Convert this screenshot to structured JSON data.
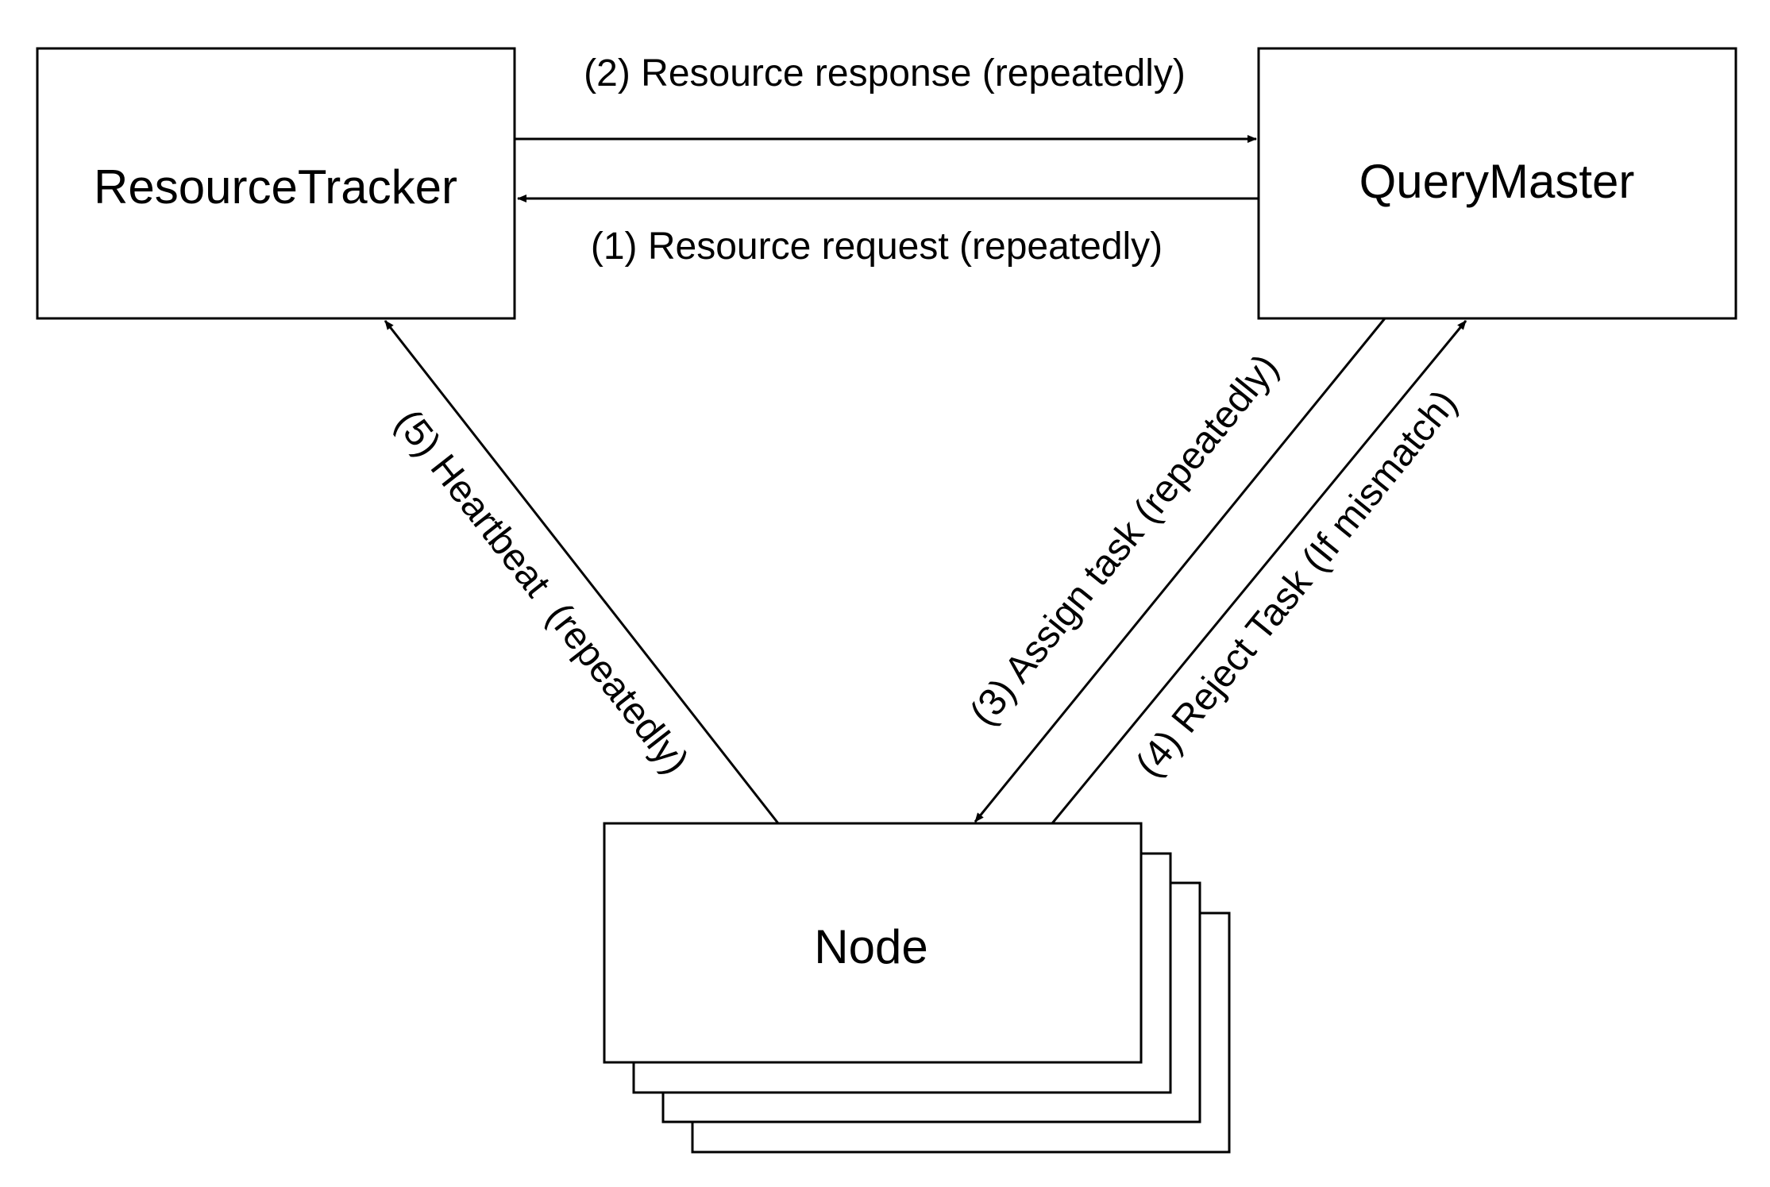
{
  "nodes": {
    "resource_tracker": "ResourceTracker",
    "query_master": "QueryMaster",
    "node": "Node"
  },
  "edges": {
    "resource_request": "(1) Resource request (repeatedly)",
    "resource_response": "(2) Resource response (repeatedly)",
    "assign_task": "(3) Assign task (repeatedly)",
    "reject_task": "(4) Reject Task (If mismatch)",
    "heartbeat": "(5) Heartbeat  (repeatedly)"
  }
}
